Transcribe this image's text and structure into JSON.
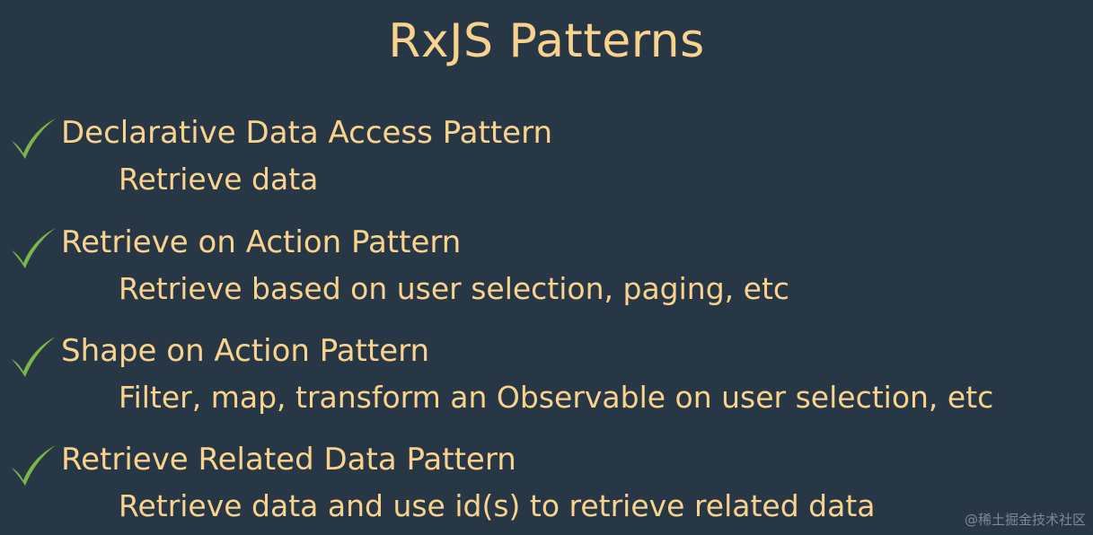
{
  "slide": {
    "title": "RxJS Patterns",
    "items": [
      {
        "heading": "Declarative Data Access Pattern",
        "description": "Retrieve data"
      },
      {
        "heading": "Retrieve on Action Pattern",
        "description": "Retrieve based on user selection, paging, etc"
      },
      {
        "heading": "Shape on Action Pattern",
        "description": "Filter, map, transform an Observable on user selection, etc"
      },
      {
        "heading": "Retrieve Related Data Pattern",
        "description": "Retrieve data and use id(s) to retrieve related data"
      }
    ]
  },
  "icons": {
    "bullet": "checkmark-icon"
  },
  "colors": {
    "background": "#283746",
    "text": "#f9d38d",
    "check": "#7ab648",
    "watermark": "#7f8994"
  },
  "watermark": "@稀土掘金技术社区"
}
